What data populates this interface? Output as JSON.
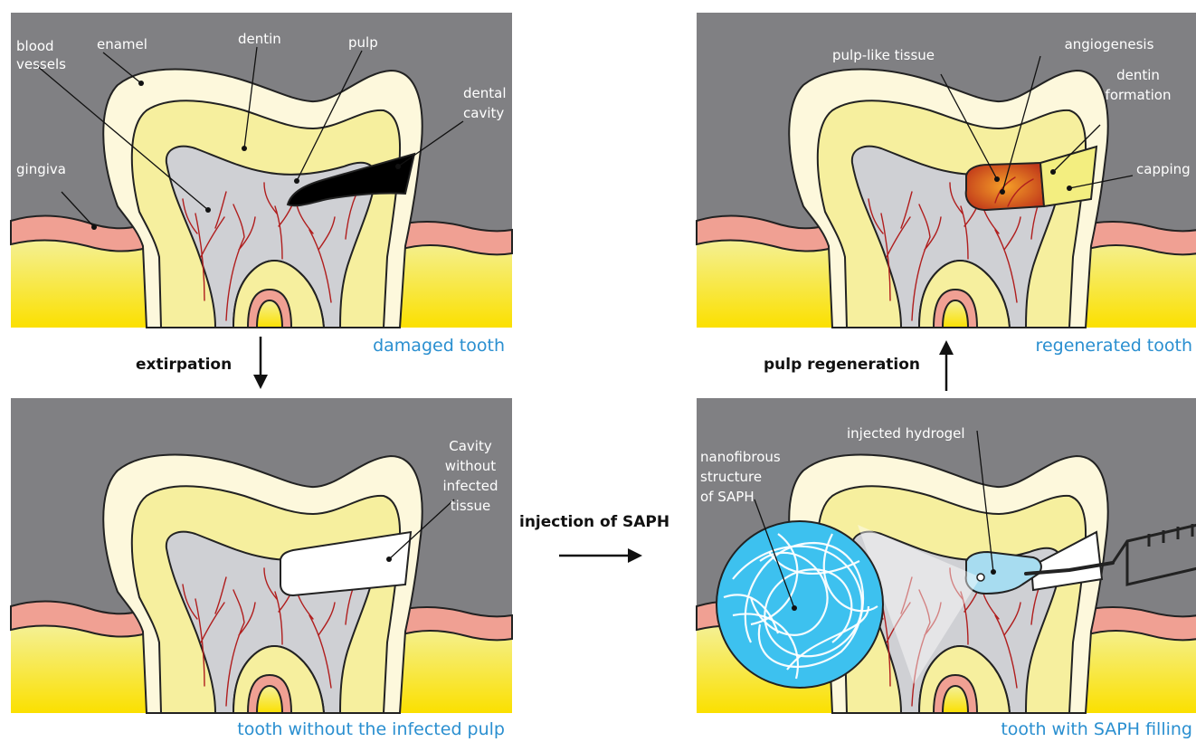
{
  "panels": {
    "damaged": {
      "caption": "damaged tooth",
      "labels": {
        "blood_vessels_1": "blood",
        "blood_vessels_2": "vessels",
        "enamel": "enamel",
        "dentin": "dentin",
        "pulp": "pulp",
        "dental_cavity_1": "dental",
        "dental_cavity_2": "cavity",
        "gingiva": "gingiva"
      }
    },
    "extirpated": {
      "caption": "tooth without the infected pulp",
      "labels": {
        "cavity_1": "Cavity",
        "cavity_2": "without",
        "cavity_3": "infected",
        "cavity_4": "tissue"
      }
    },
    "filled": {
      "caption": "tooth with SAPH filling",
      "labels": {
        "hydrogel": "injected hydrogel",
        "nano_1": "nanofibrous",
        "nano_2": "structure",
        "nano_3": "of SAPH"
      }
    },
    "regenerated": {
      "caption": "regenerated tooth",
      "labels": {
        "pulp_like": "pulp-like tissue",
        "angiogenesis": "angiogenesis",
        "dentin_formation_1": "dentin",
        "dentin_formation_2": "formation",
        "capping": "capping"
      }
    }
  },
  "steps": {
    "extirpation": "extirpation",
    "injection": "injection of SAPH",
    "regeneration": "pulp regeneration"
  },
  "colors": {
    "background": "#808083",
    "enamel": "#fdf8dc",
    "dentin": "#f6ef9e",
    "pulp": "#cfd0d4",
    "gingiva": "#f0a093",
    "bone_top": "#f4f19a",
    "bone_bottom": "#fbe000",
    "vessels": "#b01e1e",
    "cavity": "#000000",
    "hydrogel": "#a7dcf0",
    "saph_circle": "#3dc1ef",
    "regenerated_tissue": "#d2521c",
    "capping": "#f3ee80",
    "caption": "#2a8fd0"
  }
}
